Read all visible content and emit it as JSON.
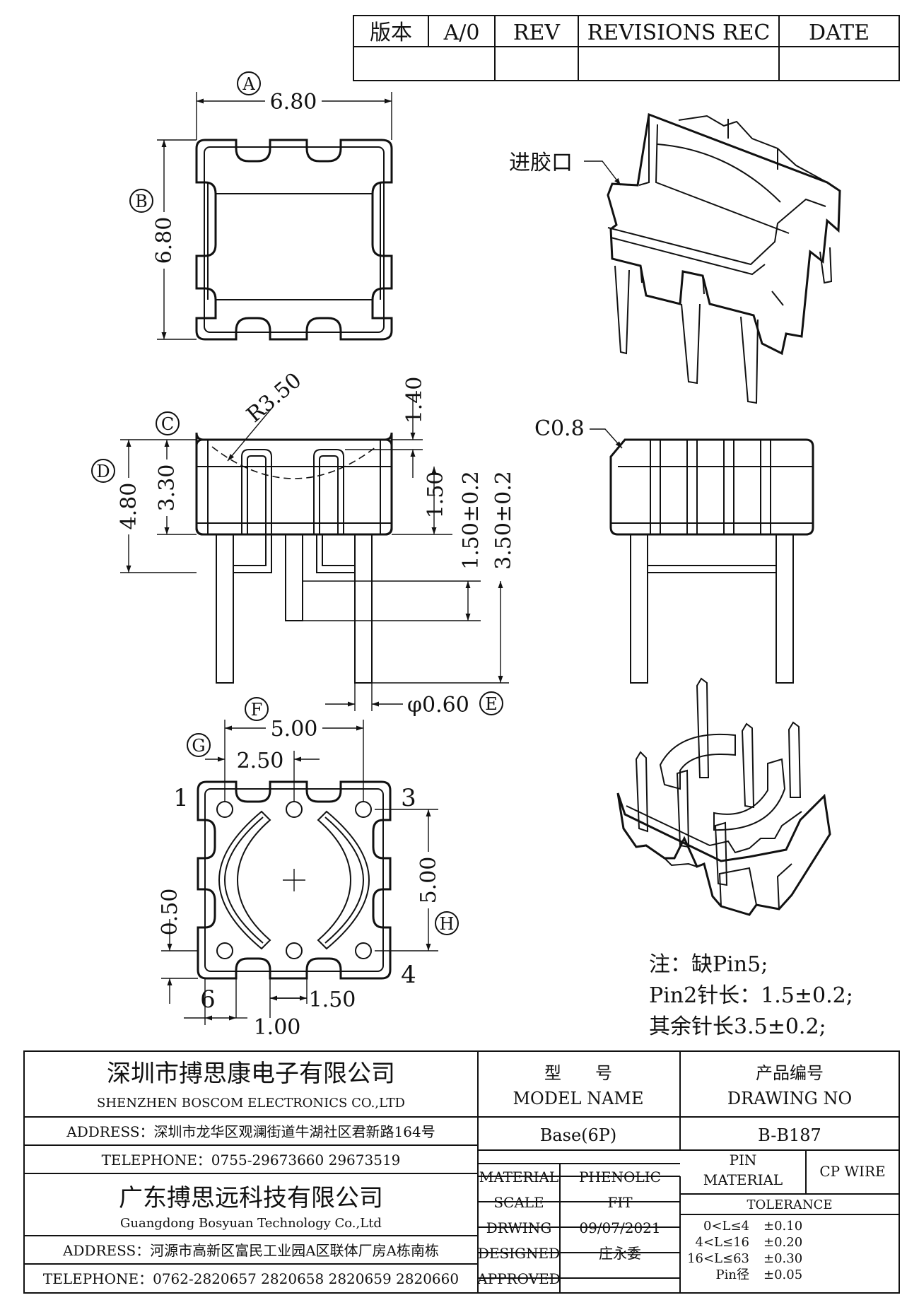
{
  "revision_table": {
    "version_label": "版本",
    "version_value": "A/0",
    "rev": "REV",
    "revisions_rec": "REVISIONS REC",
    "date": "DATE"
  },
  "dimensions": {
    "top_width": "6.80",
    "top_height": "6.80",
    "radius": "R3.50",
    "slot_depth": "1.40",
    "body_height": "3.30",
    "overall_height": "4.80",
    "mid_height": "1.50",
    "pin2_length": "1.50±0.2",
    "pin_length": "3.50±0.2",
    "pin_dia": "φ0.60",
    "pitch_x": "5.00",
    "half_pitch": "2.50",
    "pitch_y": "5.00",
    "edge_y": "0.50",
    "edge_x": "1.50",
    "pin_to_edge": "1.00",
    "chamfer": "C0.8"
  },
  "markers": {
    "a": "A",
    "b": "B",
    "c": "C",
    "d": "D",
    "e": "E",
    "f": "F",
    "g": "G",
    "h": "H"
  },
  "pin_labels": {
    "p1": "1",
    "p3": "3",
    "p4": "4",
    "p6": "6"
  },
  "callouts": {
    "gate": "进胶口"
  },
  "notes": {
    "line1": "注：缺Pin5;",
    "line2": "Pin2针长：1.5±0.2;",
    "line3": "其余针长3.5±0.2;"
  },
  "title_block": {
    "company1_cn": "深圳市搏思康电子有限公司",
    "company1_en": "SHENZHEN BOSCOM ELECTRONICS CO.,LTD",
    "address1": "ADDRESS：深圳市龙华区观澜街道牛湖社区君新路164号",
    "telephone1": "TELEPHONE：0755-29673660 29673519",
    "company2_cn": "广东搏思远科技有限公司",
    "company2_en": "Guangdong Bosyuan Technology Co.,Ltd",
    "address2": "ADDRESS：河源市高新区富民工业园A区联体厂房A栋南栋",
    "telephone2": "TELEPHONE：0762-2820657 2820658 2820659 2820660",
    "model_cn": "型　　号",
    "model_en": "MODEL NAME",
    "model_value": "Base(6P)",
    "drawing_cn": "产品编号",
    "drawing_en": "DRAWING NO",
    "drawing_value": "B-B187",
    "material_label": "MATERIAL",
    "material_value": "PHENOLIC",
    "pin_material_label_1": "PIN",
    "pin_material_label_2": "MATERIAL",
    "pin_material_value": "CP WIRE",
    "scale_label": "SCALE",
    "scale_value": "FIT",
    "drawing_label": "DRWING",
    "drawing_date": "09/07/2021",
    "designed_label": "DESIGNED",
    "designed_value": "庄永委",
    "approved_label": "APPROVED",
    "tolerance_label": "TOLERANCE",
    "tol_rows": [
      {
        "range": "0<L≤4",
        "value": "±0.10"
      },
      {
        "range": "4<L≤16",
        "value": "±0.20"
      },
      {
        "range": "16<L≤63",
        "value": "±0.30"
      },
      {
        "range": "Pin径",
        "value": "±0.05"
      }
    ]
  }
}
